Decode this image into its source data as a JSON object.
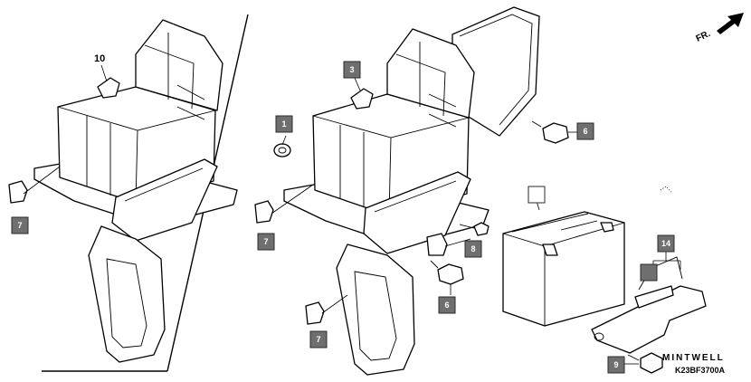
{
  "direction_label": "FR.",
  "top_label": "10",
  "callouts": [
    {
      "id": "c1",
      "text": "1"
    },
    {
      "id": "c2",
      "text": "3"
    },
    {
      "id": "c3",
      "text": "6"
    },
    {
      "id": "c4",
      "text": "7"
    },
    {
      "id": "c5",
      "text": "7"
    },
    {
      "id": "c6",
      "text": "7"
    },
    {
      "id": "c7",
      "text": "8"
    },
    {
      "id": "c8",
      "text": "6"
    },
    {
      "id": "c9",
      "text": ""
    },
    {
      "id": "c10",
      "text": "14"
    },
    {
      "id": "c11",
      "text": ""
    },
    {
      "id": "c12",
      "text": "9"
    }
  ],
  "brand": "MINTWELL",
  "diagram_code": "K23BF3700A",
  "colors": {
    "callout_fill": "#6f6f6f",
    "line": "#000000",
    "background": "#ffffff"
  }
}
